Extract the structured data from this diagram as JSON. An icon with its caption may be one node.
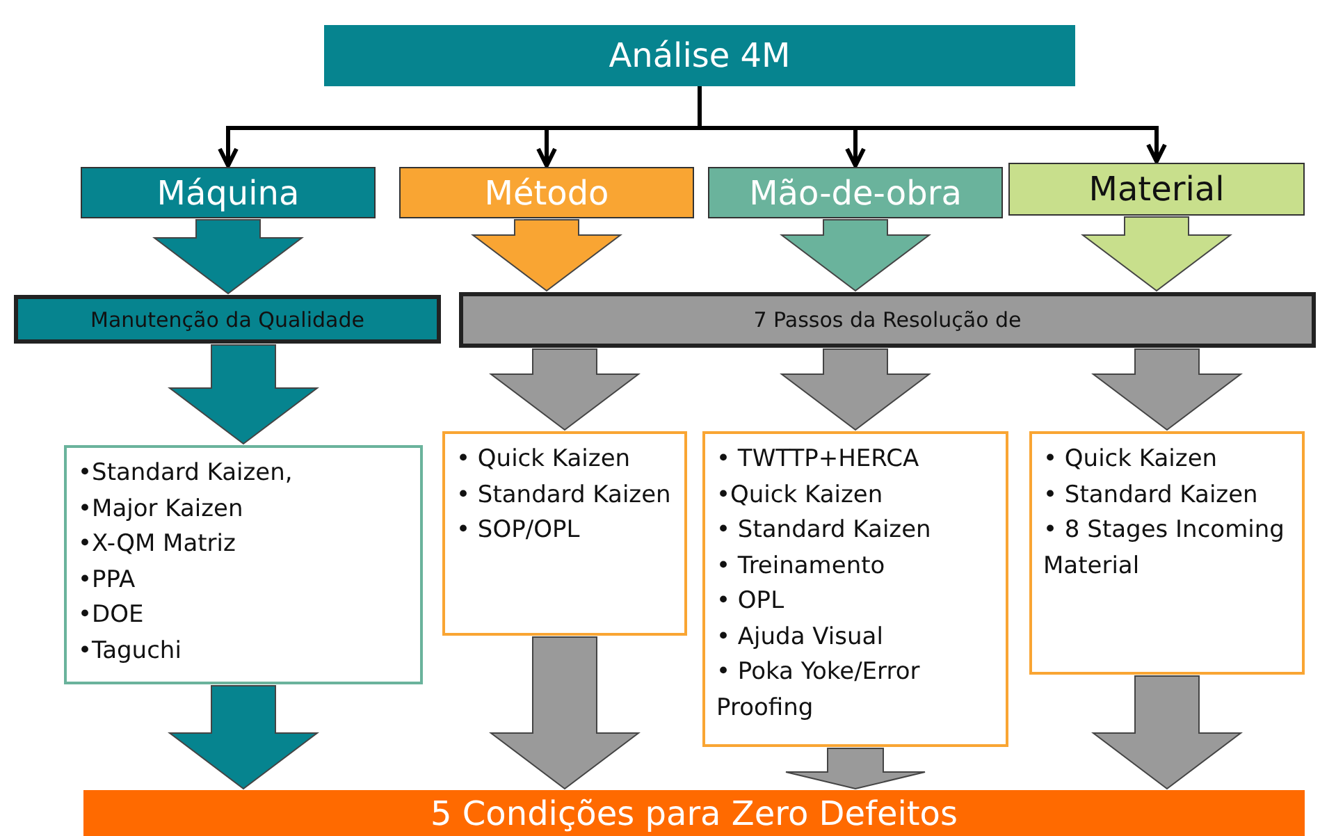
{
  "diagram": {
    "nodes": [
      {
        "text": [
          "Análise 4M"
        ]
      },
      {
        "text": [
          "Máquina"
        ]
      },
      {
        "text": [
          "Método"
        ]
      },
      {
        "text": [
          "Mão-de-obra"
        ]
      },
      {
        "text": [
          "Material"
        ]
      },
      {
        "text": [
          "Manutenção da Qualidade"
        ]
      },
      {
        "text": [
          "7 Passos da Resolução de"
        ]
      },
      {
        "text": [
          "•Standard Kaizen,",
          "•Major Kaizen",
          "•X-QM Matriz",
          "•PPA",
          "•DOE",
          "•Taguchi"
        ]
      },
      {
        "text": [
          "• Quick Kaizen",
          "• Standard Kaizen",
          "• SOP/OPL"
        ]
      },
      {
        "text": [
          "• TWTTP+HERCA",
          "•Quick Kaizen",
          "• Standard Kaizen",
          "• Treinamento",
          "• OPL",
          "• Ajuda Visual",
          "• Poka Yoke/Error Proofing"
        ]
      },
      {
        "text": [
          "• Quick Kaizen",
          "• Standard Kaizen",
          "• 8 Stages Incoming Material"
        ]
      },
      {
        "text": [
          "5 Condições para Zero Defeitos"
        ]
      }
    ],
    "edges": [
      {
        "from": 0,
        "to": 1,
        "arrow": "to"
      },
      {
        "from": 0,
        "to": 2,
        "arrow": "to"
      },
      {
        "from": 0,
        "to": 3,
        "arrow": "to"
      },
      {
        "from": 0,
        "to": 4,
        "arrow": "to"
      },
      {
        "from": 1,
        "to": 5,
        "arrow": "to",
        "style": "thick",
        "color": "#06848f"
      },
      {
        "from": 2,
        "to": 6,
        "arrow": "to",
        "style": "thick",
        "color": "#f9a533"
      },
      {
        "from": 3,
        "to": 6,
        "arrow": "to",
        "style": "thick",
        "color": "#6ab39c"
      },
      {
        "from": 4,
        "to": 6,
        "arrow": "to",
        "style": "thick",
        "color": "#c8df8c"
      },
      {
        "from": 5,
        "to": 7,
        "arrow": "to",
        "style": "thick",
        "color": "#06848f"
      },
      {
        "from": 6,
        "to": 8,
        "arrow": "to",
        "style": "thick",
        "color": "#9a9a9a"
      },
      {
        "from": 6,
        "to": 9,
        "arrow": "to",
        "style": "thick",
        "color": "#9a9a9a"
      },
      {
        "from": 6,
        "to": 10,
        "arrow": "to",
        "style": "thick",
        "color": "#9a9a9a"
      },
      {
        "from": 7,
        "to": 11,
        "arrow": "to",
        "style": "thick",
        "color": "#06848f"
      },
      {
        "from": 8,
        "to": 11,
        "arrow": "to",
        "style": "thick",
        "color": "#9a9a9a"
      },
      {
        "from": 9,
        "to": 11,
        "arrow": "to",
        "style": "thick",
        "color": "#9a9a9a"
      },
      {
        "from": 10,
        "to": 11,
        "arrow": "to",
        "style": "thick",
        "color": "#9a9a9a"
      }
    ]
  }
}
